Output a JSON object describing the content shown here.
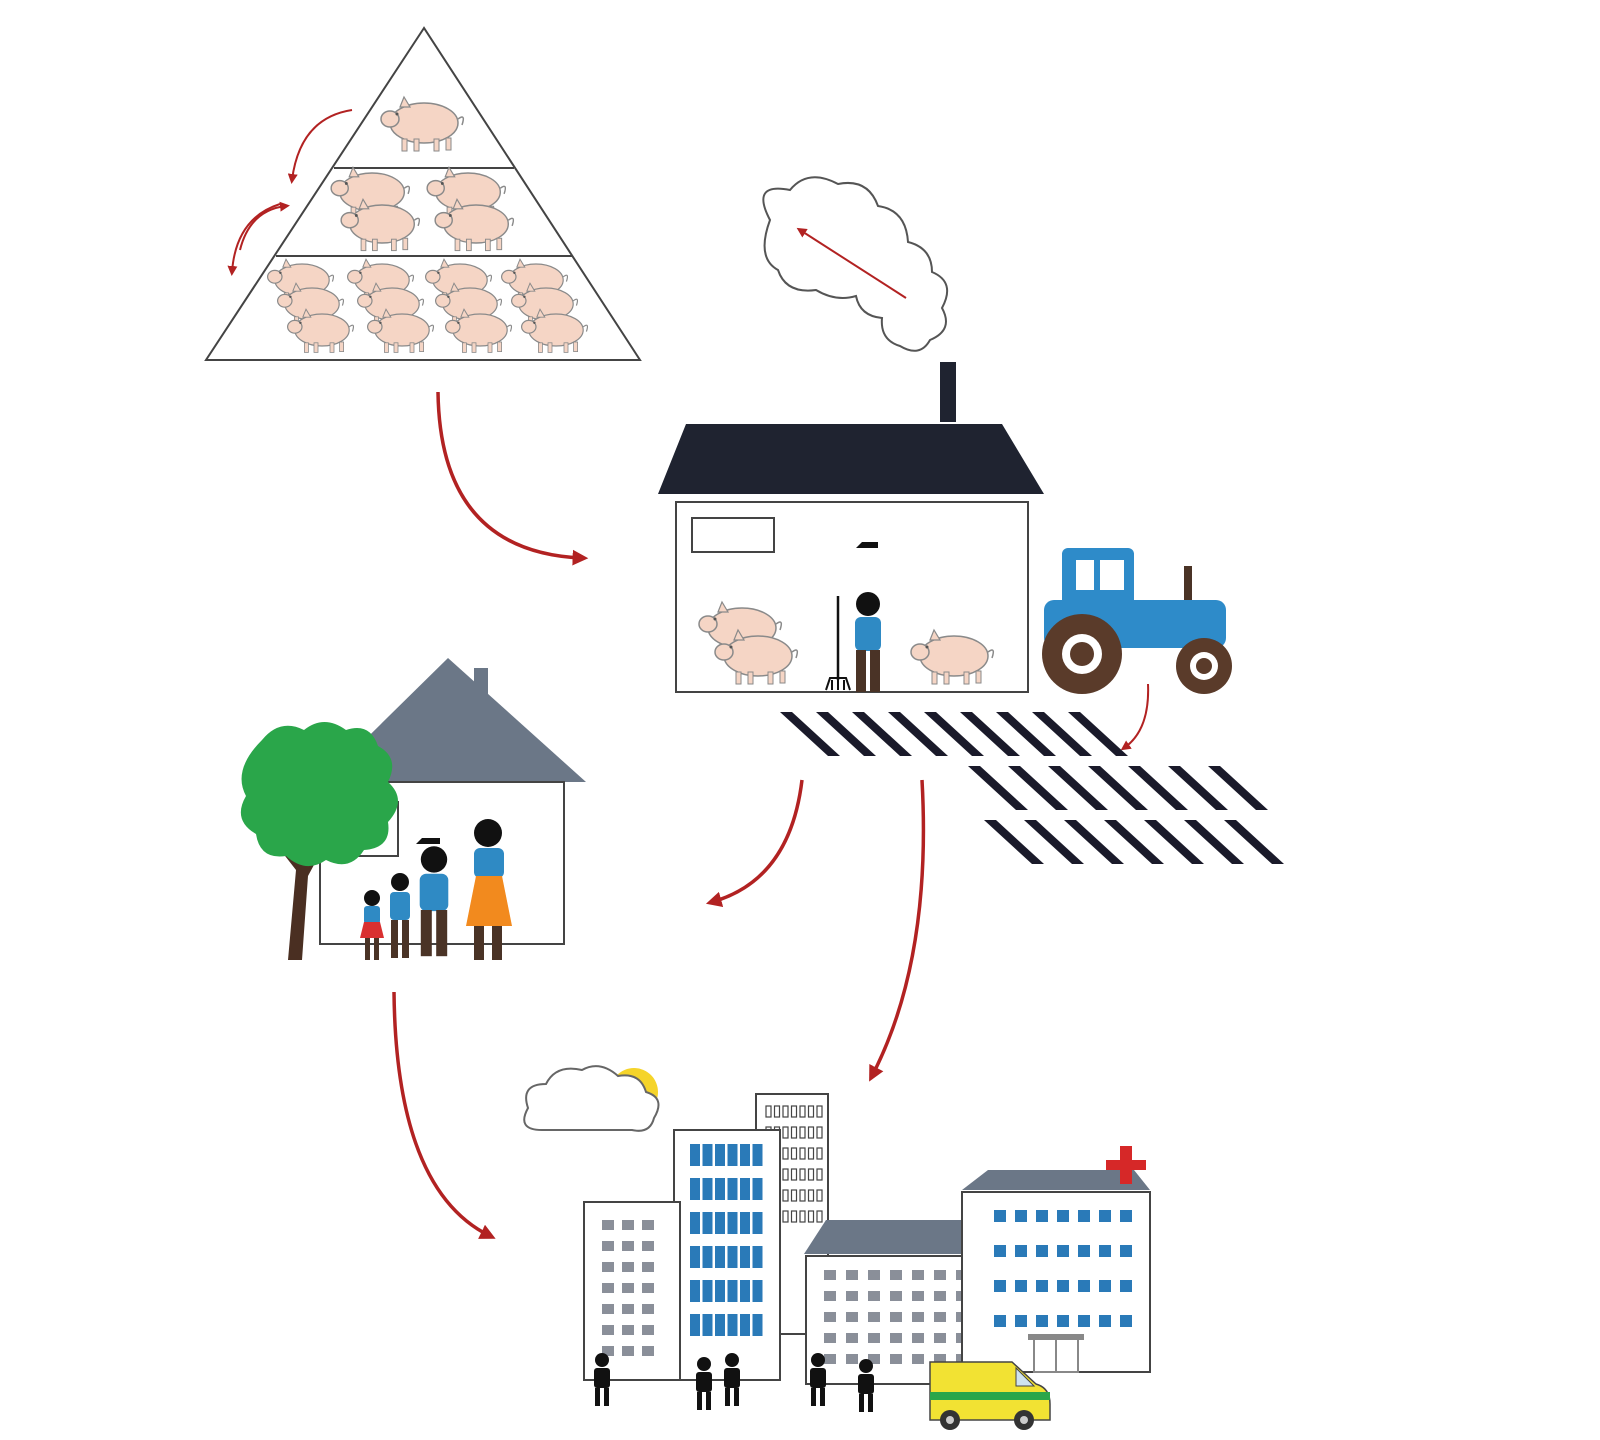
{
  "colors": {
    "pig": "#f5d5c5",
    "pig_outline": "#7a7a7a",
    "arrow": "#b22222",
    "roof_dark": "#1f2330",
    "roof_grey": "#6b7787",
    "tractor": "#2e8bc9",
    "wheel": "#5a3b2a",
    "tree": "#2aa64a",
    "trunk": "#4a2f22",
    "shirt": "#2f8ac4",
    "pants": "#4a3326",
    "skirt": "#f28a1e",
    "dress": "#d93030",
    "window_blue": "#2a7ab8",
    "window_grey": "#8a8f99",
    "sun": "#f5d42a",
    "ambulance": "#f2e233",
    "ambulance_stripe": "#2aa64a",
    "cross": "#d62828",
    "stripe": "#1a1a2a"
  },
  "icons": [
    "pig-pyramid-icon",
    "farm-barn-icon",
    "smoke-cloud-icon",
    "farmer-icon",
    "tractor-icon",
    "field-stripes-icon",
    "family-house-icon",
    "tree-icon",
    "city-buildings-icon",
    "hospital-icon",
    "ambulance-icon",
    "sun-cloud-icon"
  ],
  "flow_arrows": [
    "pyramid-to-farm",
    "farm-to-family",
    "farm-to-city",
    "family-to-city",
    "barn-to-cloud",
    "tractor-to-field"
  ]
}
